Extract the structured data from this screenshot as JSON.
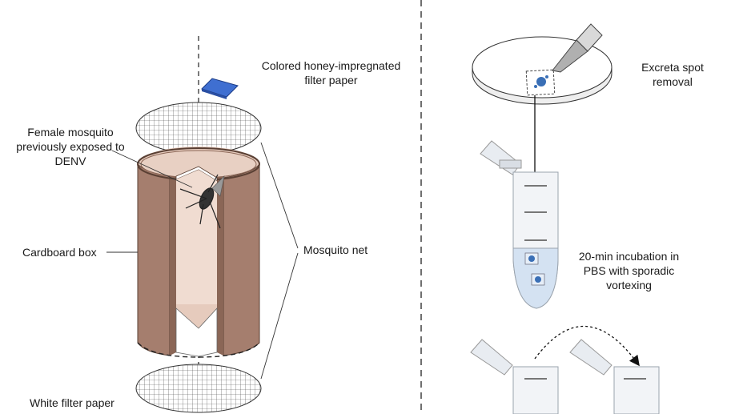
{
  "left_panel": {
    "labels": {
      "honey_paper": "Colored honey-impregnated filter paper",
      "mosquito": "Female mosquito previously exposed to DENV",
      "cardboard": "Cardboard box",
      "net": "Mosquito net",
      "white_paper": "White filter paper"
    }
  },
  "right_panel": {
    "labels": {
      "spot_removal": "Excreta spot removal",
      "incubation": "20-min incubation in PBS with sporadic vortexing"
    }
  },
  "colors": {
    "box_outer": "#a57e6e",
    "box_inner": "#e6cbbd",
    "honey_paper": "#3f6fd1",
    "tube_liquid": "#d4e2f2",
    "excreta": "#3a6fb6"
  }
}
